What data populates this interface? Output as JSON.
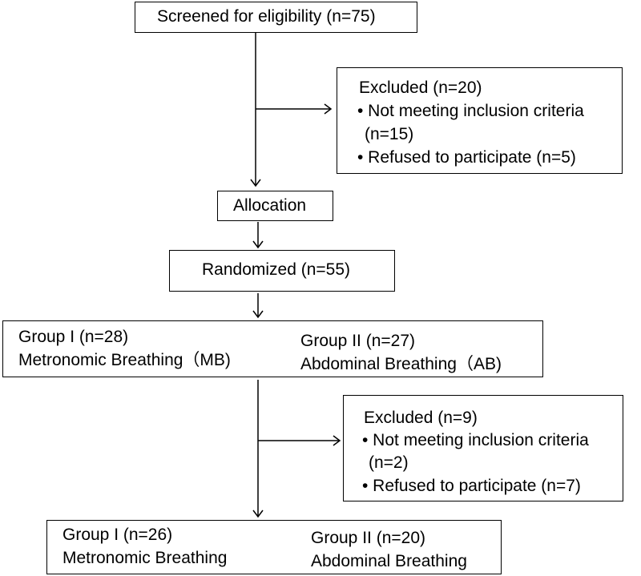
{
  "screening": {
    "label": "Screened for eligibility (n=75)"
  },
  "excluded_1": {
    "title": "Excluded (n=20)",
    "bullet_1": "• Not meeting inclusion criteria",
    "bullet_1_count": "(n=15)",
    "bullet_2": "• Refused to participate (n=5)"
  },
  "allocation": {
    "label": "Allocation"
  },
  "randomized": {
    "label": "Randomized (n=55)"
  },
  "groups_allocated": {
    "group1_title": "Group I (n=28)",
    "group1_desc": "Metronomic Breathing（MB)",
    "group2_title": "Group II (n=27)",
    "group2_desc": "Abdominal Breathing（AB)"
  },
  "excluded_2": {
    "title": "Excluded (n=9)",
    "bullet_1": "• Not meeting inclusion criteria",
    "bullet_1_count": "(n=2)",
    "bullet_2": "• Refused to participate (n=7)"
  },
  "groups_analyzed": {
    "group1_title": "Group I (n=26)",
    "group1_desc": "Metronomic Breathing",
    "group2_title": "Group II (n=20)",
    "group2_desc": "Abdominal Breathing"
  }
}
